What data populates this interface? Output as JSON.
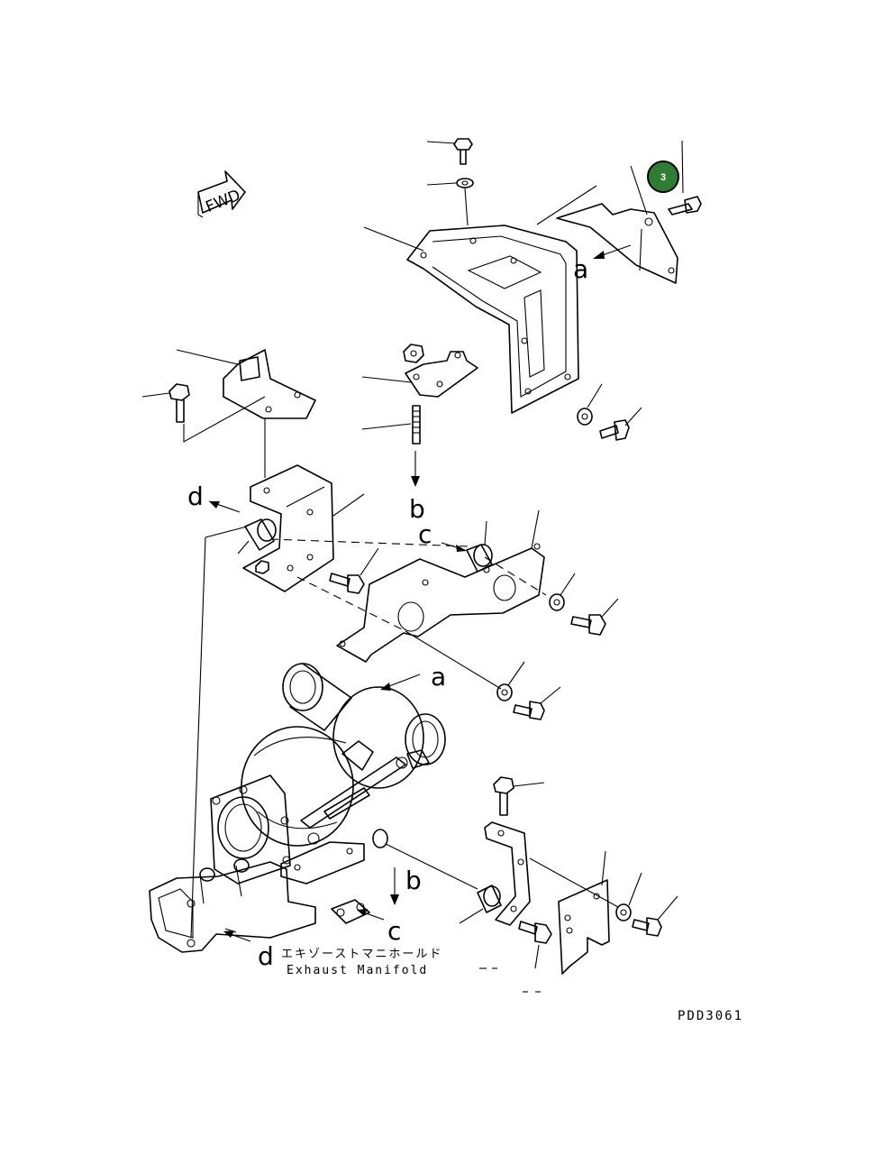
{
  "drawing_code": "PDD3061",
  "fwd_label": "FWD",
  "manifold_label_jp": "エキゾーストマニホールド",
  "manifold_label_en": "Exhaust Manifold",
  "ref_labels": {
    "a_upper": "a",
    "a_lower": "a",
    "b_upper": "b",
    "b_lower": "b",
    "c_upper": "c",
    "c_lower": "c",
    "d_upper": "d",
    "d_lower": "d"
  },
  "callout": {
    "number": "3",
    "color": "#2e7d32"
  }
}
